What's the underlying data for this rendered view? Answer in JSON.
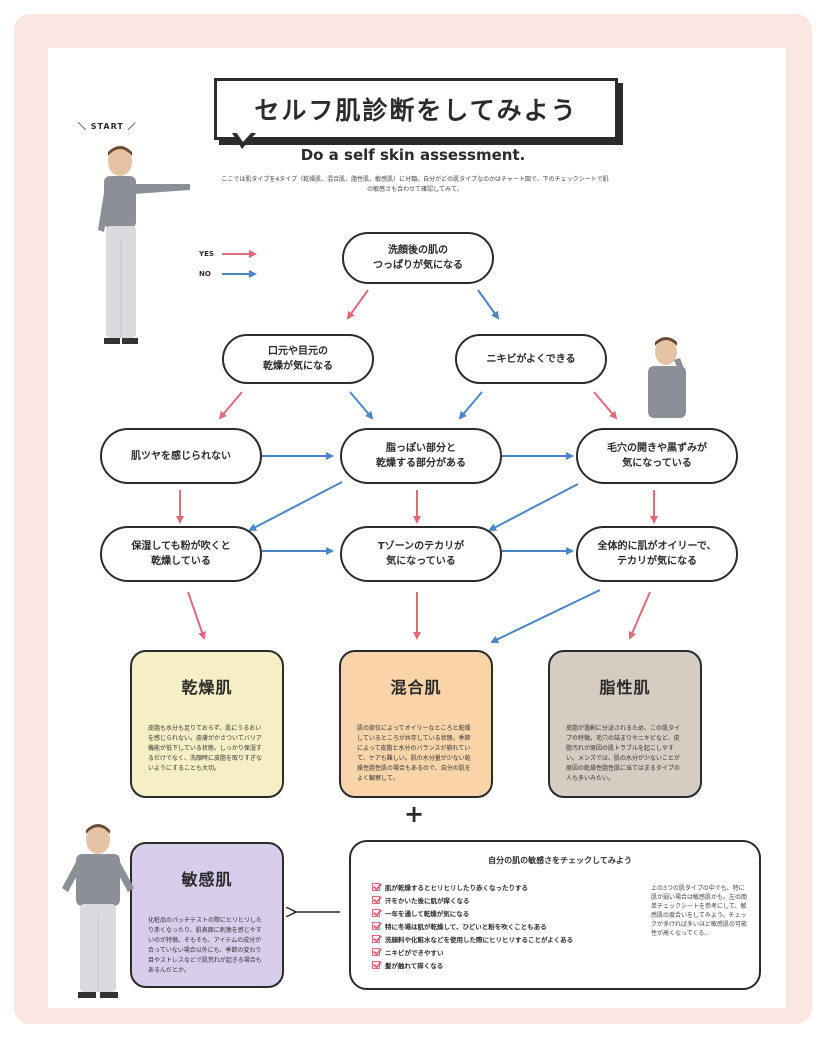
{
  "title": "セルフ肌診断をしてみよう",
  "subtitle": "Do a self skin assessment.",
  "intro": "ここでは肌タイプを4タイプ（乾燥肌、混合肌、脂性肌、敏感肌）に分類。自分がどの肌タイプなのかはチャート図で、下のチェックシートで肌の敏感さも合わせて確認してみて。",
  "start_label": "START",
  "legend": {
    "yes": "YES",
    "no": "NO",
    "yes_color": "#e06a7a",
    "no_color": "#4a86c5"
  },
  "nodes": {
    "n1": "洗顔後の肌の\nつっぱりが気になる",
    "n2": "口元や目元の\n乾燥が気になる",
    "n3": "ニキビがよくできる",
    "n4": "肌ツヤを感じられない",
    "n5": "脂っぽい部分と\n乾燥する部分がある",
    "n6": "毛穴の開きや黒ずみが\n気になっている",
    "n7": "保湿しても粉が吹くと\n乾燥している",
    "n8": "Tゾーンのテカリが\n気になっている",
    "n9": "全体的に肌がオイリーで、\nテカリが気になる"
  },
  "results": {
    "dry": {
      "title": "乾燥肌",
      "desc": "皮脂も水分も足りておらず、肌にうるおいを感じられない。皮膚がかさついてバリア機能が低下している状態。しっかり保湿するだけでなく、洗顔時に皮脂を取りすぎないようにすることも大切。",
      "color": "#f6eec4"
    },
    "combo": {
      "title": "混合肌",
      "desc": "肌の部位によってオイリーなところと乾燥しているところが共存している状態。季節によって皮脂と水分のバランスが崩れていて、ケアも難しい。肌の水分量が少ない乾燥性脂性肌の場合もあるので、自分の肌をよく観察して。",
      "color": "#f8d4a8"
    },
    "oily": {
      "title": "脂性肌",
      "desc": "皮脂が過剰に分泌されるため、この肌タイプの特徴。毛穴の詰まりやニキビなど、皮脂汚れが原因の肌トラブルを起こしやすい。メンズでは、肌の水分が少ないことが原因の乾燥性脂性肌に当てはまるタイプの人も多いみたい。",
      "color": "#d6ccc2"
    },
    "sensitive": {
      "title": "敏感肌",
      "desc": "化粧品のパッチテストの際にヒリヒリしたり赤くなったり、肌表面に刺激を感じやすいのが特徴。そもそも、アイテムの成分が合っていない場合以外にも、季節の変わり目やストレスなどで肌荒れが起きる場合もあるんだとか。",
      "color": "#d8cdeb"
    }
  },
  "plus": "+",
  "arrow_left": "←",
  "checklist": {
    "title": "自分の肌の敏感さをチェックしてみよう",
    "items": [
      "肌が乾燥するとヒリヒリしたり赤くなったりする",
      "汗をかいた後に肌が痒くなる",
      "一年を通して乾燥が気になる",
      "特に冬場は肌が乾燥して、ひどいと粉を吹くこともある",
      "洗顔料や化粧水などを使用した際にヒリヒリすることがよくある",
      "ニキビができやすい",
      "髪が触れて痒くなる"
    ],
    "note": "上の3つの肌タイプの中でも、特に肌が弱い場合は敏感肌かも。左の簡単チェックシートを参考にして、敏感肌の度合いをしてみよう。チェックが多ければ多いほど敏感肌の可能性が高くなってくる。"
  }
}
